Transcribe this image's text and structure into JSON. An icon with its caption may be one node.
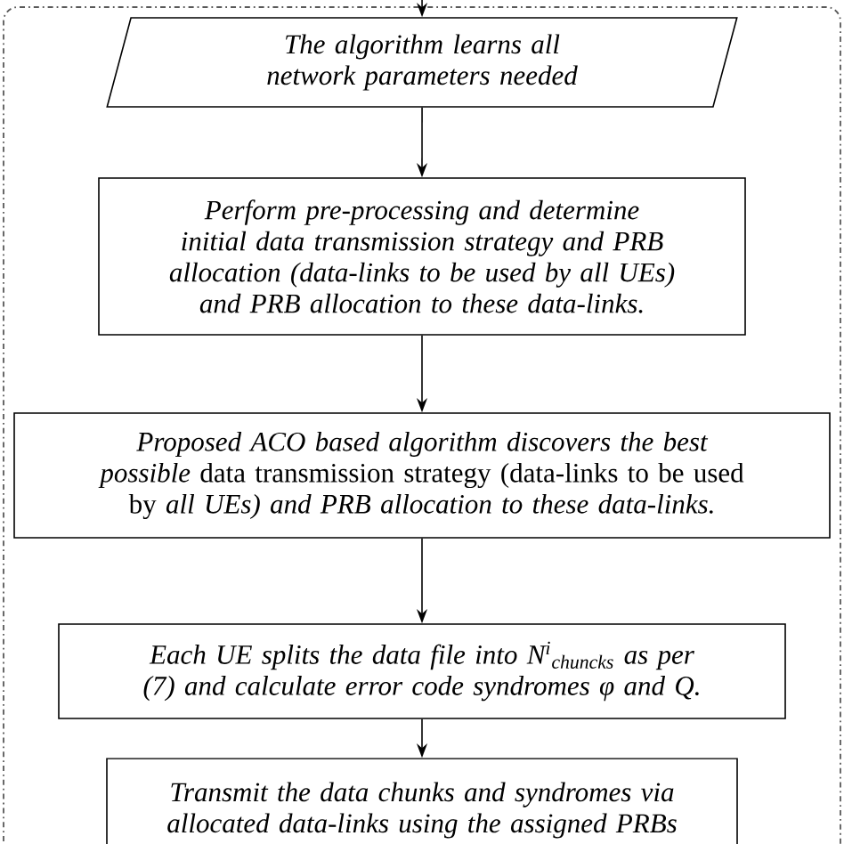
{
  "diagram": {
    "nodes": [
      {
        "text": [
          "The algorithm learns all network parameters needed"
        ]
      },
      {
        "text": [
          "Perform pre-processing and determine initial data transmission strategy and PRB allocation (data-links to be used by all UEs) and PRB allocation to these data-links."
        ]
      },
      {
        "text": [
          "*Proposed ACO based algorithm discovers the best possible* data transmission strategy (data-links to be used by *all UEs) and PRB allocation to these data-links.*"
        ]
      },
      {
        "text": [
          "Each UE splits the data file into N$^{i}$$_{chuncks}$ as per (7) and calculate error code syndromes φ and Q."
        ]
      },
      {
        "text": [
          "Transmit the data chunks and syndromes via allocated data-links using the assigned PRBs"
        ]
      }
    ],
    "edges": [
      {
        "from": null,
        "to": 0,
        "arrow": "to"
      },
      {
        "from": 0,
        "to": 1,
        "arrow": "to"
      },
      {
        "from": 1,
        "to": 2,
        "arrow": "to"
      },
      {
        "from": 2,
        "to": 3,
        "arrow": "to"
      },
      {
        "from": 3,
        "to": 4,
        "arrow": "to"
      }
    ]
  }
}
